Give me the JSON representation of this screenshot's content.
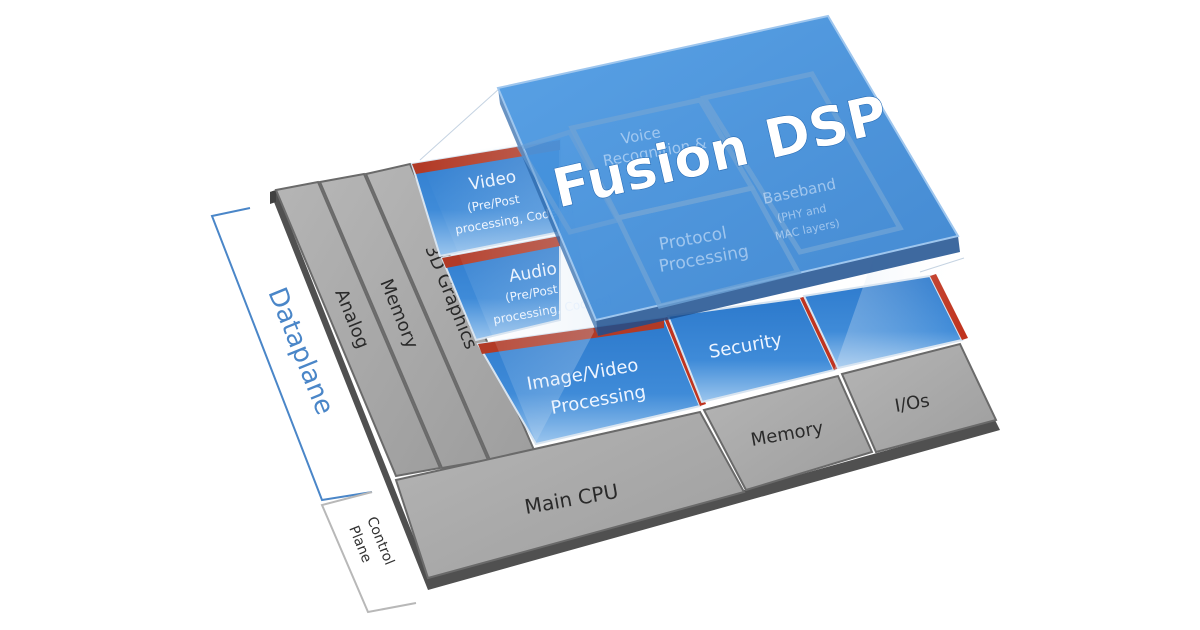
{
  "side_labels": {
    "dataplane": "Dataplane",
    "control_plane_line1": "Control",
    "control_plane_line2": "Plane"
  },
  "gray_blocks": {
    "analog": "Analog",
    "memory_vertical": "Memory",
    "graphics_3d": "3D Graphics",
    "main_cpu": "Main CPU",
    "memory_bottom": "Memory",
    "ios": "I/Os"
  },
  "dataplane_blocks": {
    "video_title": "Video",
    "video_sub1": "(Pre/Post",
    "video_sub2": "processing, Codecs)",
    "audio_title": "Audio",
    "audio_sub1": "(Pre/Post",
    "audio_sub2": "processing, Codecs)",
    "image_video_line1": "Image/Video",
    "image_video_line2": "Processing",
    "security": "Security"
  },
  "fusion_dsp": {
    "title": "Fusion DSP",
    "voice_line1": "Voice",
    "voice_line2": "Recognition &",
    "protocol_line1": "Protocol",
    "protocol_line2": "Processing",
    "baseband_line1": "Baseband",
    "baseband_line2": "(PHY and",
    "baseband_line3": "MAC layers)"
  },
  "colors": {
    "gray_block": "#a9a9a9",
    "blue_block": "#2f7fd0",
    "accent_red": "#c0341f",
    "bracket_blue": "#4a86c8"
  }
}
